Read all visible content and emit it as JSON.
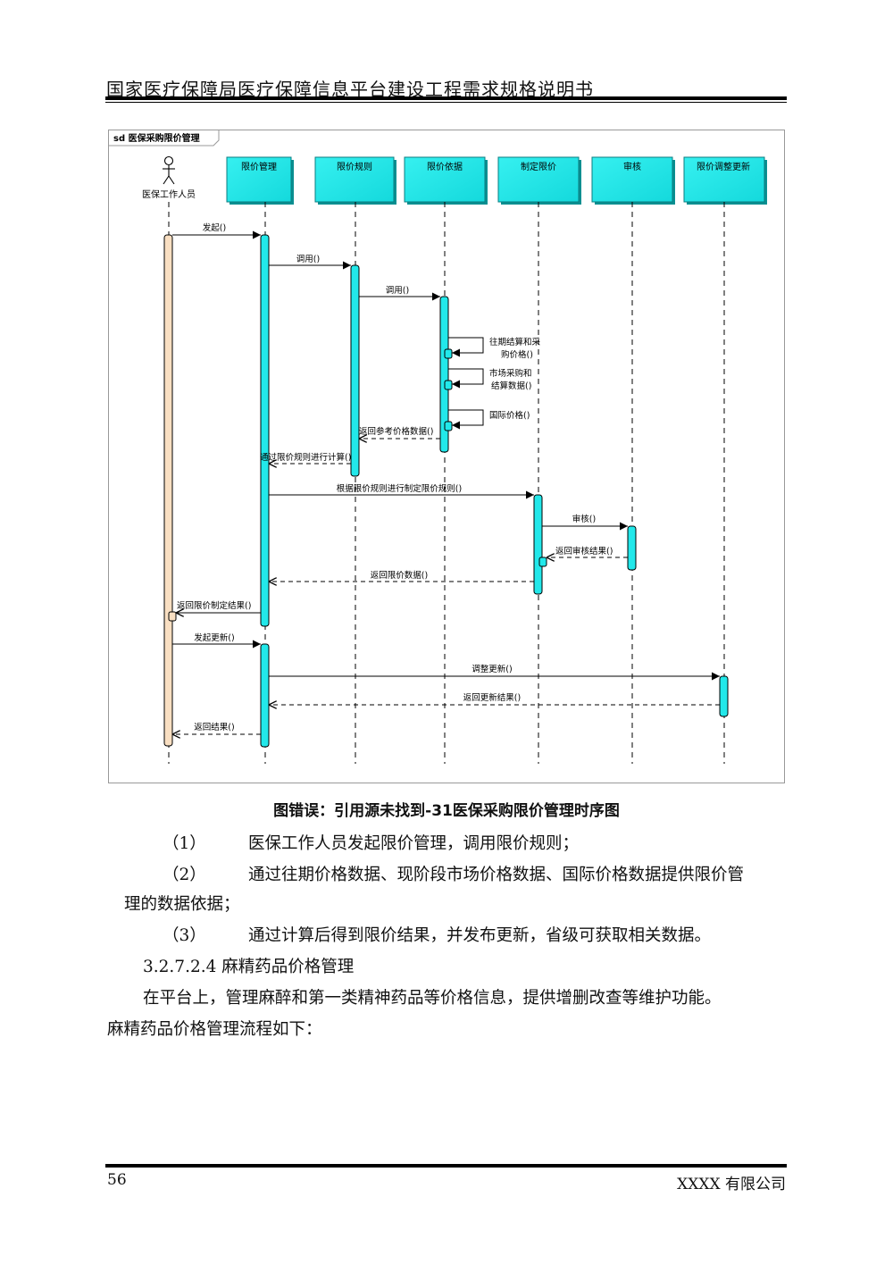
{
  "header": {
    "title": "国家医疗保障局医疗保障信息平台建设工程需求规格说明书"
  },
  "diagram": {
    "frame_label": "sd 医保采购限价管理",
    "actor": "医保工作人员",
    "lifelines": [
      "限价管理",
      "限价规则",
      "限价依据",
      "制定限价",
      "审核",
      "限价调整更新"
    ],
    "messages": {
      "m1": "发起()",
      "m2": "调用()",
      "m3": "调用()",
      "s1a": "往期结算和采",
      "s1b": "购价格()",
      "s2a": "市场采购和",
      "s2b": "结算数据()",
      "s3": "国际价格()",
      "r1": "返回参考价格数据()",
      "r2": "通过限价规则进行计算()",
      "m4": "根据限价规则进行制定限价规则()",
      "m5": "审核()",
      "r3": "返回审核结果()",
      "r4": "返回限价数据()",
      "r5": "返回限价制定结果()",
      "m6": "发起更新()",
      "m7": "调整更新()",
      "r6": "返回更新结果()",
      "r7": "返回结果()"
    }
  },
  "caption": "图错误：引用源未找到-31医保采购限价管理时序图",
  "body": {
    "item1_num": "（1）",
    "item1_text": "医保工作人员发起限价管理，调用限价规则；",
    "item2_num": "（2）",
    "item2_text_a": "通过往期价格数据、现阶段市场价格数据、国际价格数据提供限价管",
    "item2_text_b": "理的数据依据；",
    "item3_num": "（3）",
    "item3_text": "通过计算后得到限价结果，并发布更新，省级可获取相关数据。",
    "section_heading": "3.2.7.2.4  麻精药品价格管理",
    "para_a": "在平台上，管理麻醉和第一类精神药品等价格信息，提供增删改查等维护功能。",
    "para_b": "麻精药品价格管理流程如下："
  },
  "footer": {
    "page_number": "56",
    "company": "XXXX 有限公司"
  },
  "colors": {
    "lifeline_box": "#1fe6e6",
    "activation": "#22e8ea",
    "actor_activation": "#f9dfc2"
  }
}
